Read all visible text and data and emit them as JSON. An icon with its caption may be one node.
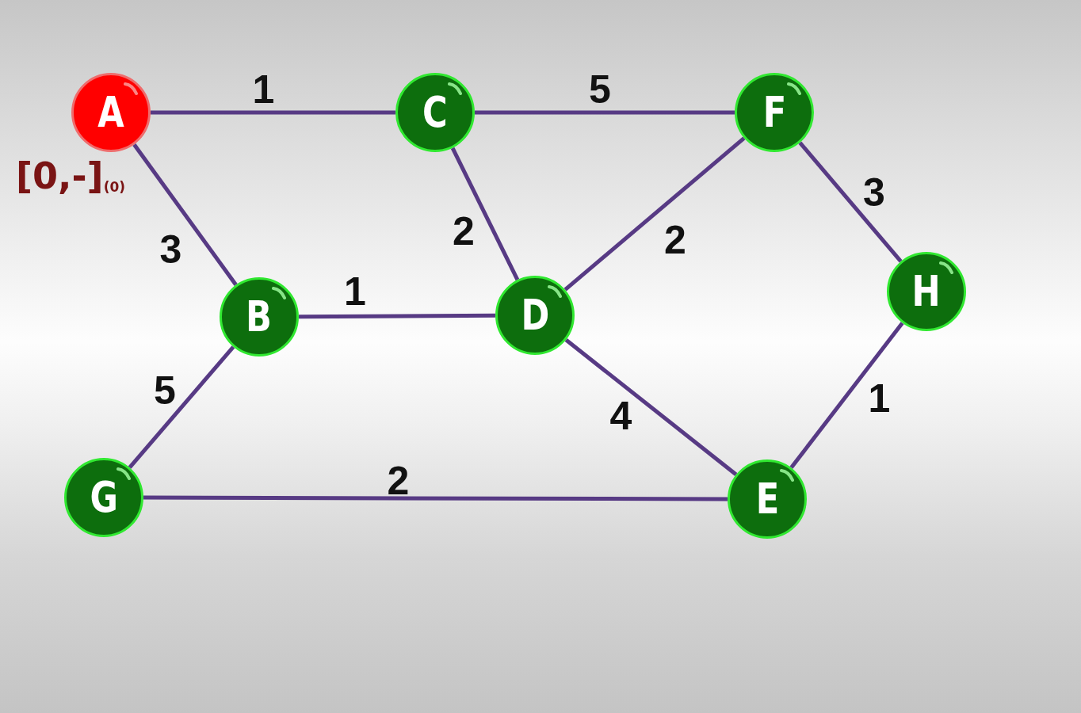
{
  "diagram": {
    "nodes": [
      {
        "text": [
          "A"
        ],
        "beside": [
          "[0,-]$_{(0)}$"
        ]
      },
      {
        "text": [
          "C"
        ]
      },
      {
        "text": [
          "F"
        ]
      },
      {
        "text": [
          "B"
        ]
      },
      {
        "text": [
          "D"
        ]
      },
      {
        "text": [
          "H"
        ]
      },
      {
        "text": [
          "G"
        ]
      },
      {
        "text": [
          "E"
        ]
      }
    ],
    "edges": [
      {
        "from": 0,
        "to": 1,
        "arrow": "none",
        "label": "1"
      },
      {
        "from": 1,
        "to": 2,
        "arrow": "none",
        "label": "5"
      },
      {
        "from": 0,
        "to": 3,
        "arrow": "none",
        "label": "3"
      },
      {
        "from": 1,
        "to": 4,
        "arrow": "none",
        "label": "2"
      },
      {
        "from": 2,
        "to": 4,
        "arrow": "none",
        "label": "2"
      },
      {
        "from": 2,
        "to": 5,
        "arrow": "none",
        "label": "3"
      },
      {
        "from": 3,
        "to": 4,
        "arrow": "none",
        "label": "1"
      },
      {
        "from": 3,
        "to": 6,
        "arrow": "none",
        "label": "5"
      },
      {
        "from": 4,
        "to": 7,
        "arrow": "none",
        "label": "4"
      },
      {
        "from": 5,
        "to": 7,
        "arrow": "none",
        "label": "1"
      },
      {
        "from": 6,
        "to": 7,
        "arrow": "none",
        "label": "2"
      }
    ]
  }
}
